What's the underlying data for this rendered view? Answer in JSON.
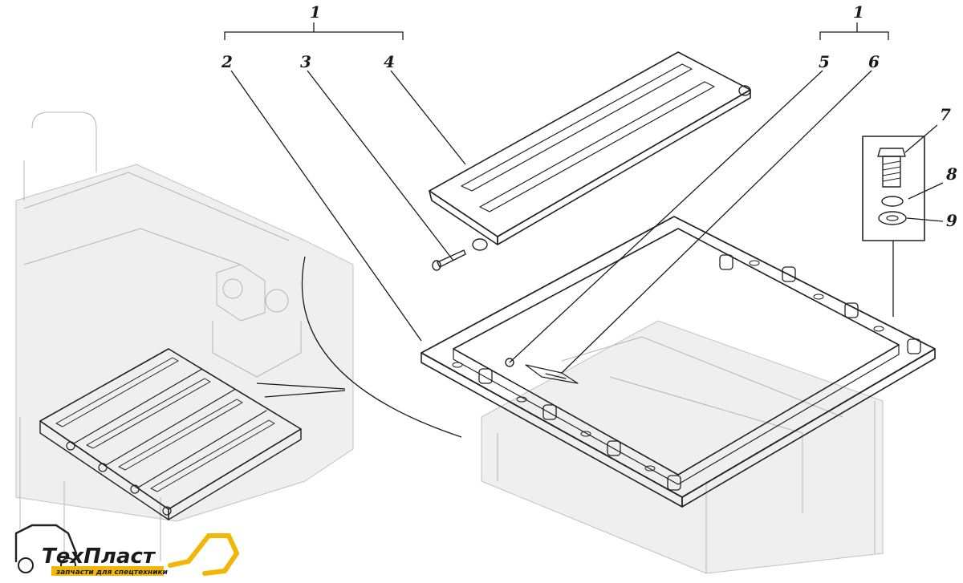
{
  "callouts": {
    "c1_left": "1",
    "c1_right": "1",
    "c2": "2",
    "c3": "3",
    "c4": "4",
    "c5": "5",
    "c6": "6",
    "c7": "7",
    "c8": "8",
    "c9": "9"
  },
  "logo": {
    "brand": "ТехПласт",
    "tagline": "запчасти для спецтехники",
    "accent_color": "#f2b705",
    "dark_color": "#1a1a1a"
  }
}
